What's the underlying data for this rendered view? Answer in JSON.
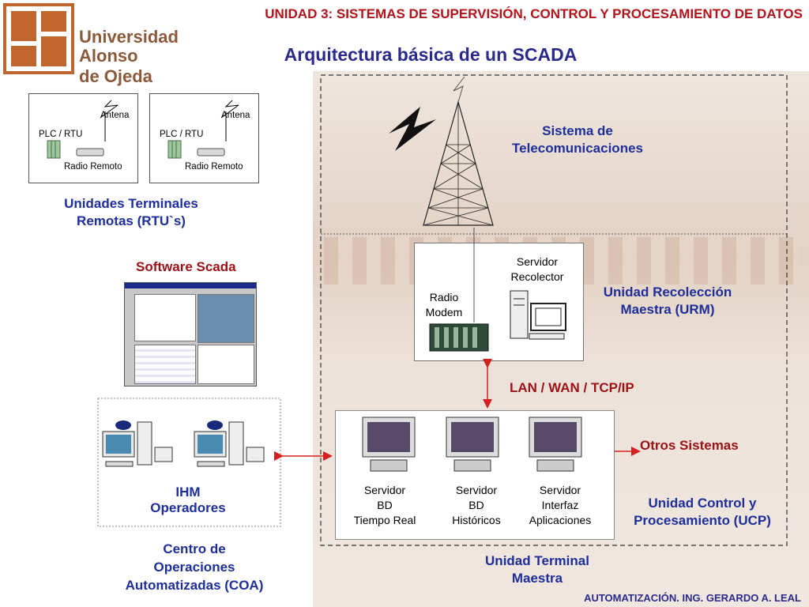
{
  "header": {
    "university_line1": "Universidad",
    "university_line2": "Alonso de Ojeda",
    "unit_title": "UNIDAD 3: SISTEMAS DE SUPERVISIÓN, CONTROL Y PROCESAMIENTO DE DATOS"
  },
  "title": "Arquitectura básica de un SCADA",
  "rtu": {
    "antena": "Antena",
    "plc": "PLC / RTU",
    "radio": "Radio Remoto",
    "label_line1": "Unidades Terminales",
    "label_line2": "Remotas (RTU`s)"
  },
  "software_scada": "Software Scada",
  "telecom": {
    "line1": "Sistema de",
    "line2": "Telecomunicaciones"
  },
  "urm": {
    "server_line1": "Servidor",
    "server_line2": "Recolector",
    "radio_line1": "Radio",
    "radio_line2": "Modem",
    "label_line1": "Unidad Recolección",
    "label_line2": "Maestra (URM)"
  },
  "network": "LAN / WAN / TCP/IP",
  "otros": "Otros Sistemas",
  "ucp": {
    "servers": [
      {
        "l1": "Servidor",
        "l2": "BD",
        "l3": "Tiempo Real"
      },
      {
        "l1": "Servidor",
        "l2": "BD",
        "l3": "Históricos"
      },
      {
        "l1": "Servidor",
        "l2": "Interfaz",
        "l3": "Aplicaciones"
      }
    ],
    "label_line1": "Unidad Control y",
    "label_line2": "Procesamiento (UCP)"
  },
  "ihm": {
    "line1": "IHM",
    "line2": "Operadores"
  },
  "coa": {
    "line1": "Centro de",
    "line2": "Operaciones",
    "line3": "Automatizadas (COA)"
  },
  "utm": {
    "line1": "Unidad Terminal",
    "line2": "Maestra"
  },
  "footer": "AUTOMATIZACIÓN. ING. GERARDO A. LEAL",
  "colors": {
    "title_blue": "#2a2a8c",
    "label_blue": "#1e2e9a",
    "header_red": "#b0141a",
    "arrow_red": "#d42020",
    "logo_brown": "#c0652e"
  }
}
